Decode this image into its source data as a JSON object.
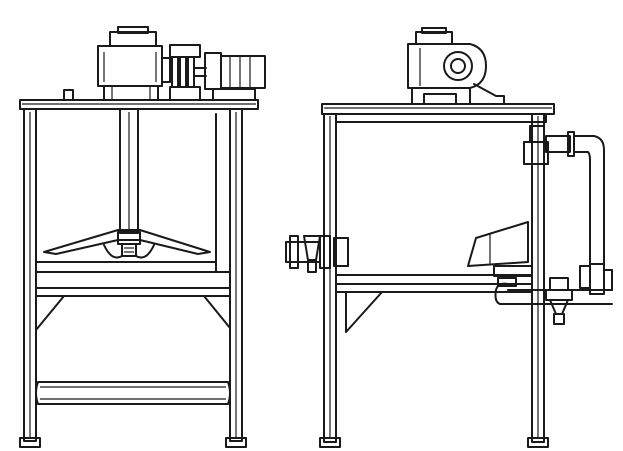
{
  "figure": {
    "views": [
      {
        "id": "front",
        "parts": [
          "motor",
          "coupling",
          "gearbox",
          "frame",
          "tank",
          "agitator-shaft",
          "impeller",
          "support-legs",
          "cross-pipe"
        ]
      },
      {
        "id": "side",
        "parts": [
          "gear-motor",
          "frame",
          "tank",
          "outlet-pipe",
          "valves",
          "inlet-pipe",
          "hopper",
          "support-legs"
        ]
      }
    ],
    "colors": {
      "line": "#1a1a1a",
      "background": "#ffffff"
    }
  }
}
